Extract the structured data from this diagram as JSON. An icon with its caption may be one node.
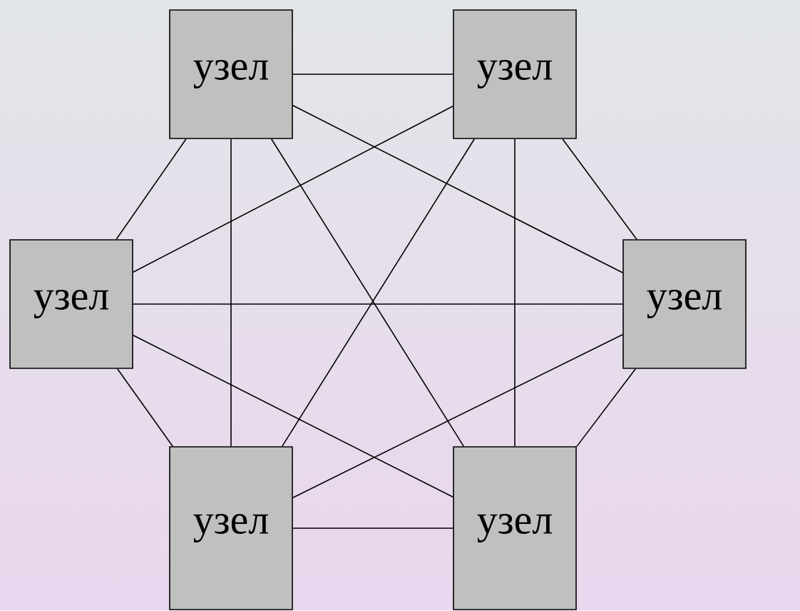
{
  "diagram": {
    "nodes": [
      {
        "text": [
          "узел"
        ]
      },
      {
        "text": [
          "узел"
        ]
      },
      {
        "text": [
          "узел"
        ]
      },
      {
        "text": [
          "узел"
        ]
      },
      {
        "text": [
          "узел"
        ]
      },
      {
        "text": [
          "узел"
        ]
      }
    ],
    "edges": [
      {
        "from": 0,
        "to": 1,
        "arrow": "none"
      },
      {
        "from": 0,
        "to": 2,
        "arrow": "none"
      },
      {
        "from": 0,
        "to": 3,
        "arrow": "none"
      },
      {
        "from": 0,
        "to": 4,
        "arrow": "none"
      },
      {
        "from": 0,
        "to": 5,
        "arrow": "none"
      },
      {
        "from": 1,
        "to": 2,
        "arrow": "none"
      },
      {
        "from": 1,
        "to": 3,
        "arrow": "none"
      },
      {
        "from": 1,
        "to": 4,
        "arrow": "none"
      },
      {
        "from": 1,
        "to": 5,
        "arrow": "none"
      },
      {
        "from": 2,
        "to": 3,
        "arrow": "none"
      },
      {
        "from": 2,
        "to": 4,
        "arrow": "none"
      },
      {
        "from": 2,
        "to": 5,
        "arrow": "none"
      },
      {
        "from": 3,
        "to": 4,
        "arrow": "none"
      },
      {
        "from": 3,
        "to": 5,
        "arrow": "none"
      },
      {
        "from": 4,
        "to": 5,
        "arrow": "none"
      }
    ]
  }
}
